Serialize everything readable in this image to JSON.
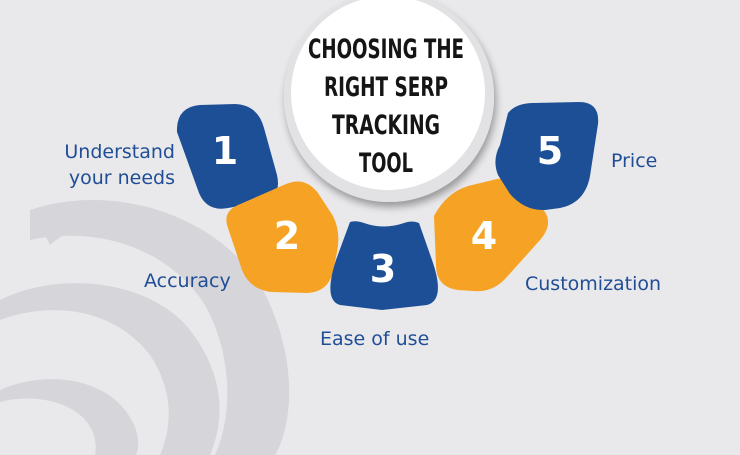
{
  "title_lines": [
    "CHOOSING THE",
    "RIGHT SERP",
    "TRACKING",
    "TOOL"
  ],
  "steps": [
    {
      "number": "1",
      "label_lines": [
        "Understand",
        "your needs"
      ],
      "color": "#1d4f96"
    },
    {
      "number": "2",
      "label_lines": [
        "Accuracy"
      ],
      "color": "#f6a325"
    },
    {
      "number": "3",
      "label_lines": [
        "Ease of use"
      ],
      "color": "#1d4f96"
    },
    {
      "number": "4",
      "label_lines": [
        "Customization"
      ],
      "color": "#f6a325"
    },
    {
      "number": "5",
      "label_lines": [
        "Price"
      ],
      "color": "#1d4f96"
    }
  ],
  "colors": {
    "background": "#e9e8ea",
    "primary_blue": "#1d4f96",
    "accent_orange": "#f6a325",
    "label_text": "#1f4e97",
    "title_text": "#151515",
    "watermark": "#d4d4d8"
  }
}
